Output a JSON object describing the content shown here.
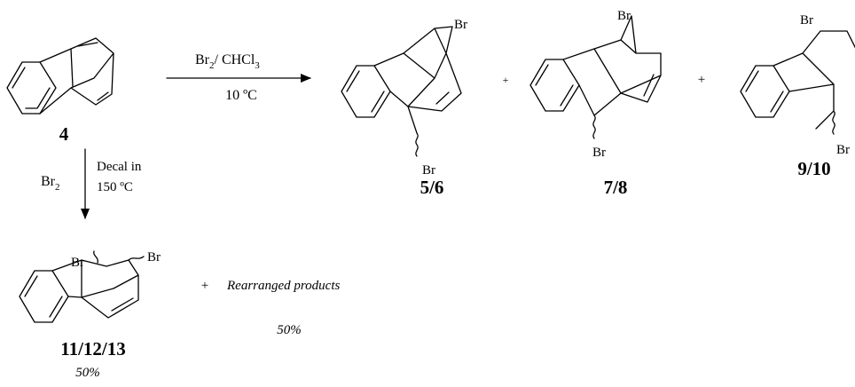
{
  "compounds": {
    "start": {
      "label": "4"
    },
    "p1": {
      "label": "5/6",
      "br_top": "Br",
      "br_bottom": "Br"
    },
    "p2": {
      "label": "7/8",
      "br_top": "Br",
      "br_bottom": "Br"
    },
    "p3": {
      "label": "9/10",
      "br_top": "Br",
      "br_bottom": "Br"
    },
    "p4": {
      "label": "11/12/13",
      "br_left": "Br",
      "br_right": "Br",
      "yield": "50%"
    }
  },
  "reaction_1": {
    "reagent_main": "Br",
    "reagent_sub": "2",
    "reagent_rest": "/ CHCl",
    "reagent_sub2": "3",
    "temperature": "10 ºC"
  },
  "reaction_2": {
    "reagent_main": "Br",
    "reagent_sub": "2",
    "solvent": "Decal in",
    "temperature": "150 ºC"
  },
  "plus_signs": [
    "+",
    "+",
    "+"
  ],
  "rearranged": {
    "text": "Rearranged products",
    "yield": "50%"
  }
}
